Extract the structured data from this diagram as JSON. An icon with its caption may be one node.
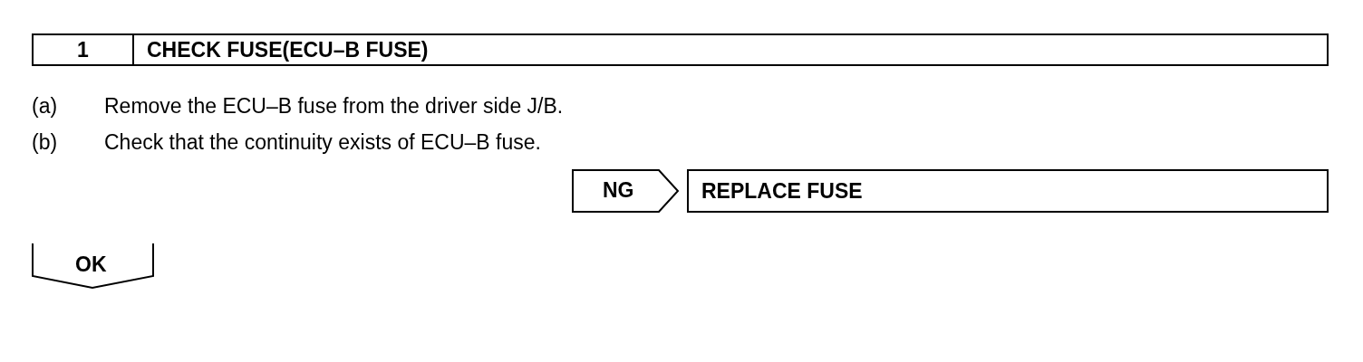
{
  "diagram": {
    "nodes": [
      {
        "text": [
          "1",
          "CHECK FUSE(ECU–B FUSE)"
        ]
      },
      {
        "text": [
          "NG"
        ]
      },
      {
        "text": [
          "REPLACE FUSE"
        ]
      },
      {
        "text": [
          "OK"
        ]
      }
    ],
    "labels": [
      "(a)",
      "Remove the ECU–B fuse from the driver side J/B.",
      "(b)",
      "Check that the continuity exists of ECU–B fuse."
    ]
  }
}
